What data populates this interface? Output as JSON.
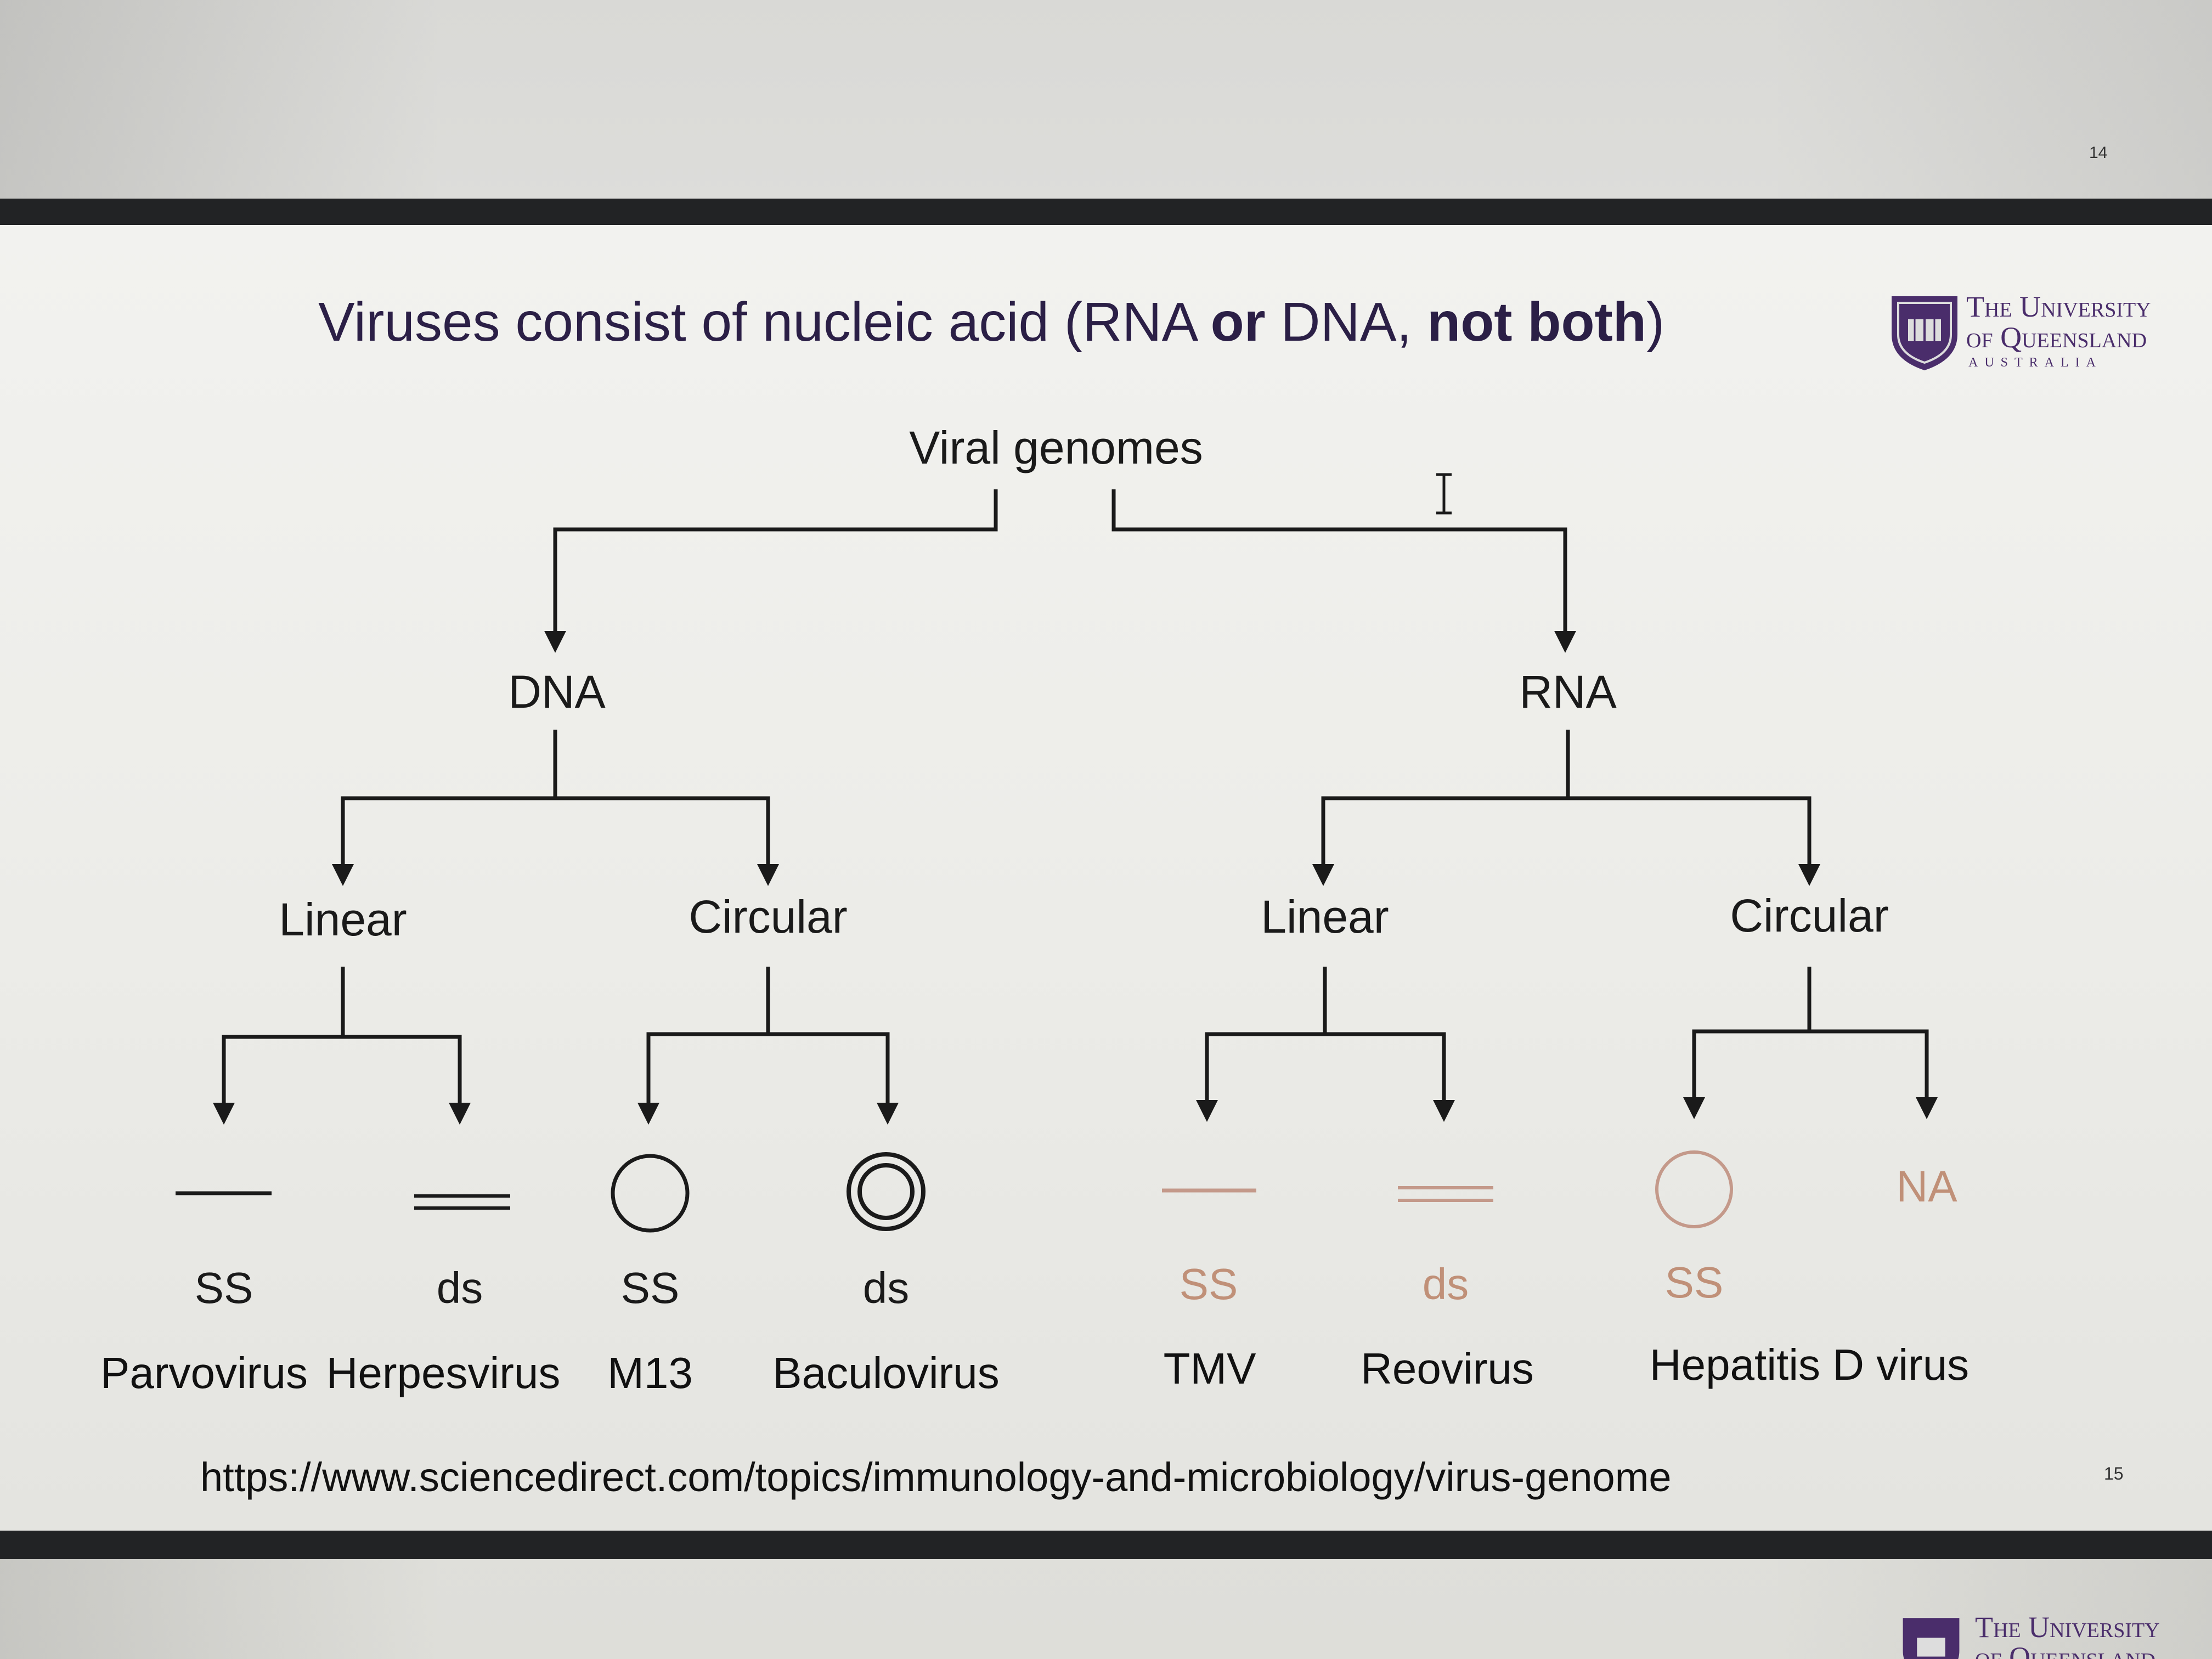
{
  "top_page_number": "14",
  "slide": {
    "title_parts": [
      {
        "text": "Viruses consist of nucleic acid (RNA ",
        "bold": false
      },
      {
        "text": "or",
        "bold": true
      },
      {
        "text": " DNA, ",
        "bold": false
      },
      {
        "text": "not both",
        "bold": true
      },
      {
        "text": ")",
        "bold": false
      }
    ],
    "logo": {
      "line1": "The University",
      "line2": "of Queensland",
      "line3": "AUSTRALIA"
    },
    "url": "https://www.sciencedirect.com/topics/immunology-and-microbiology/virus-genome",
    "page_number": "15"
  },
  "diagram": {
    "root": "Viral genomes",
    "branches": [
      {
        "label": "DNA",
        "children": [
          {
            "label": "Linear",
            "leaves": [
              {
                "symbol": "single-line",
                "type": "SS",
                "example": "Parvovirus"
              },
              {
                "symbol": "double-line",
                "type": "ds",
                "example": "Herpesvirus"
              }
            ]
          },
          {
            "label": "Circular",
            "leaves": [
              {
                "symbol": "single-circle",
                "type": "SS",
                "example": "M13"
              },
              {
                "symbol": "double-circle",
                "type": "ds",
                "example": "Baculovirus"
              }
            ]
          }
        ]
      },
      {
        "label": "RNA",
        "children": [
          {
            "label": "Linear",
            "leaves": [
              {
                "symbol": "single-line",
                "type": "SS",
                "example": "TMV"
              },
              {
                "symbol": "double-line",
                "type": "ds",
                "example": "Reovirus"
              }
            ]
          },
          {
            "label": "Circular",
            "leaves": [
              {
                "symbol": "single-circle",
                "type": "SS",
                "example": "Hepatitis D virus"
              },
              {
                "symbol": "none",
                "type": "NA",
                "example": ""
              }
            ]
          }
        ]
      }
    ]
  },
  "next_slide": {
    "logo_line1": "The University",
    "logo_line2": "of Queensland"
  },
  "colors": {
    "title": "#2b1f46",
    "logo": "#4a2d6b",
    "rna_leaf_type": "#c09078",
    "bar": "#222325"
  }
}
